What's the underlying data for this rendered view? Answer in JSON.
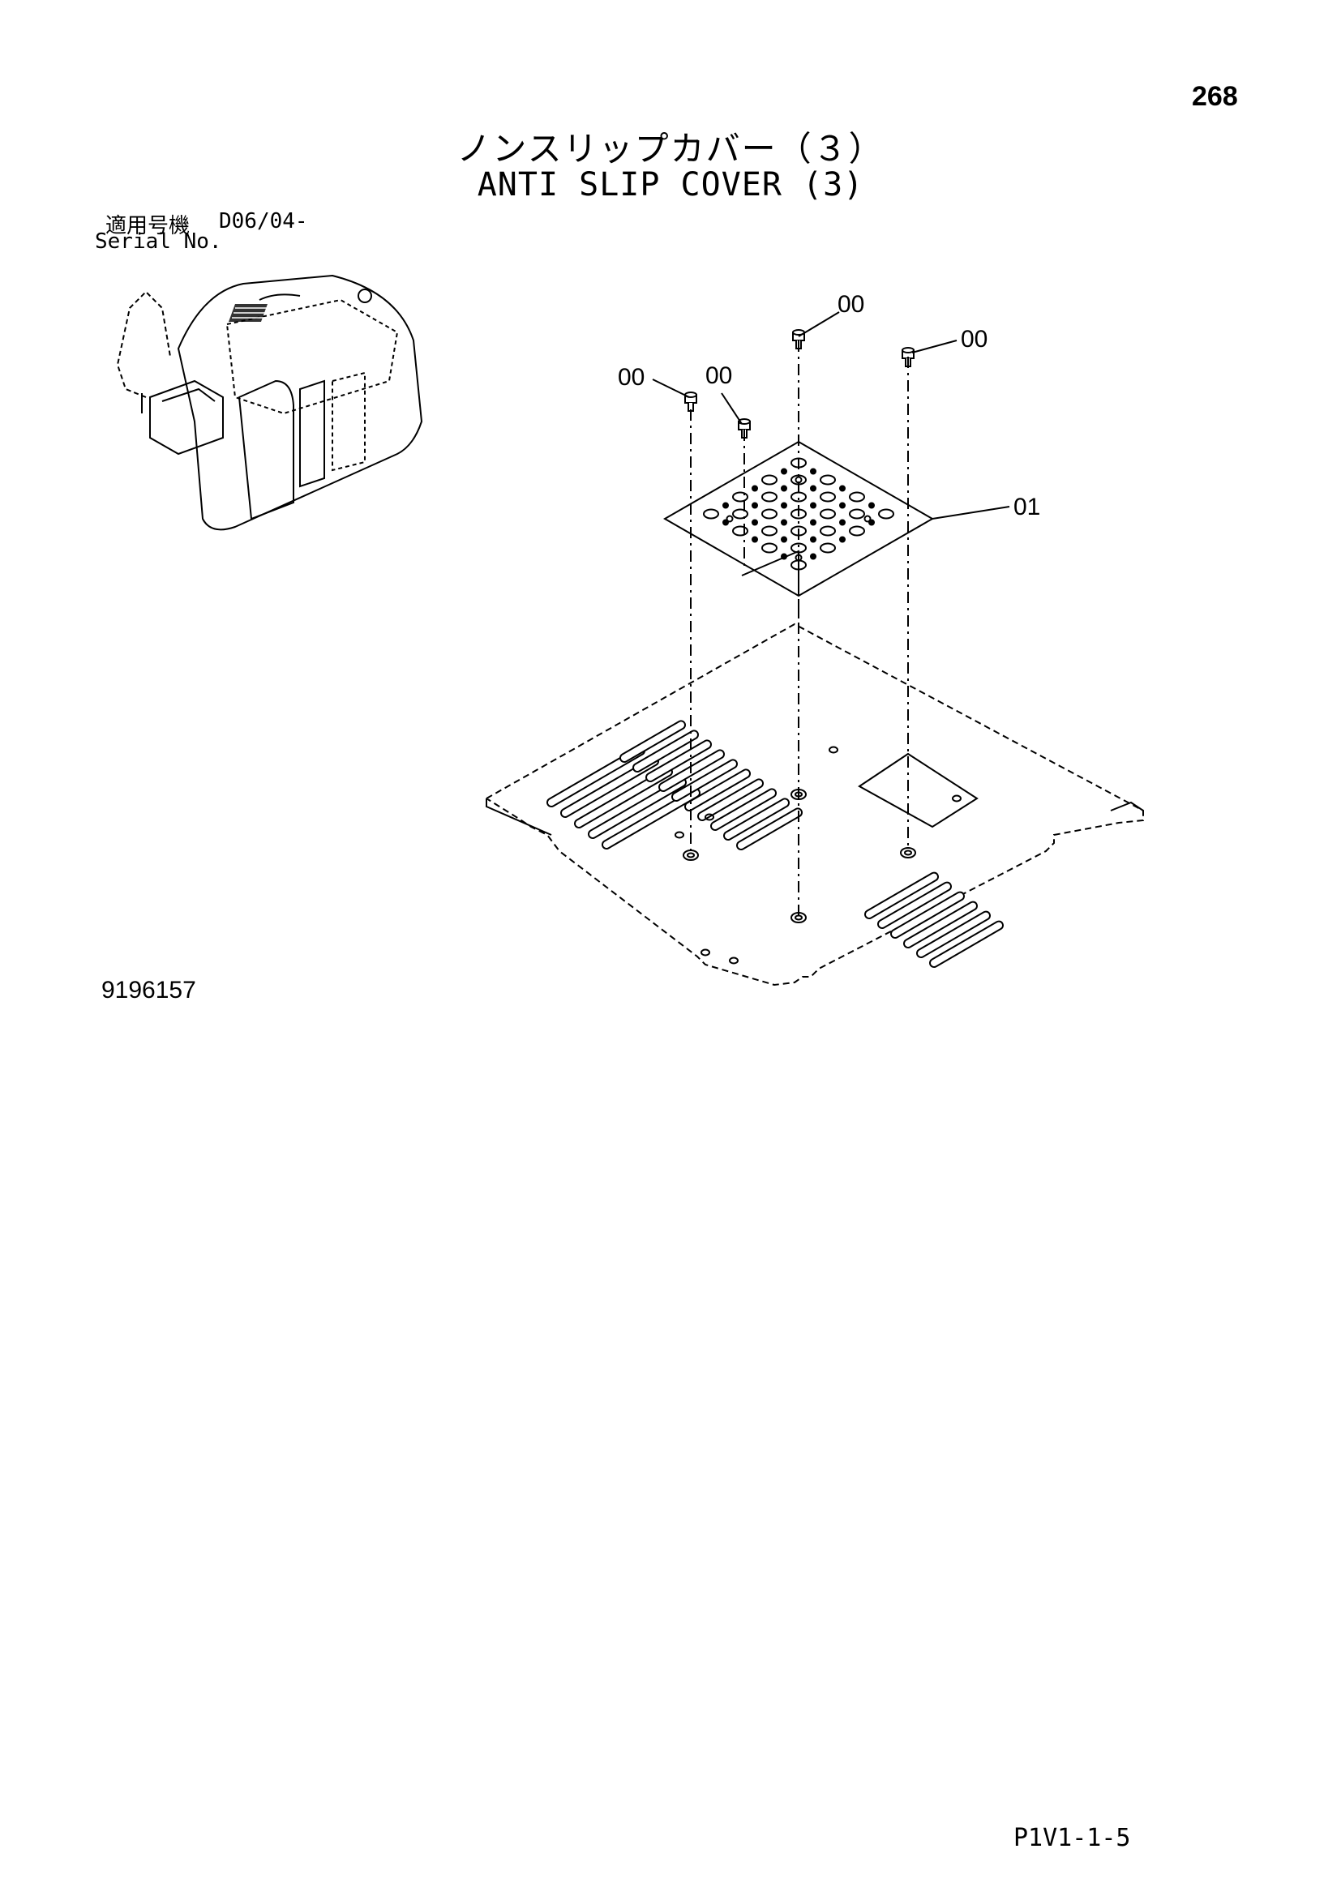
{
  "page": {
    "number": "268",
    "title_jp": "ノンスリップカバー（３）",
    "title_en": "ANTI SLIP COVER (3)",
    "serial_label_jp": "適用号機",
    "serial_range": "D06/04-",
    "serial_label_en": "Serial No.",
    "drawing_number": "9196157",
    "page_code": "P1V1-1-5"
  },
  "callouts": [
    {
      "id": "bolt-top-center",
      "label": "00"
    },
    {
      "id": "bolt-top-right",
      "label": "00"
    },
    {
      "id": "bolt-left-outer",
      "label": "00"
    },
    {
      "id": "bolt-left-inner",
      "label": "00"
    },
    {
      "id": "cover-plate",
      "label": "01"
    }
  ]
}
